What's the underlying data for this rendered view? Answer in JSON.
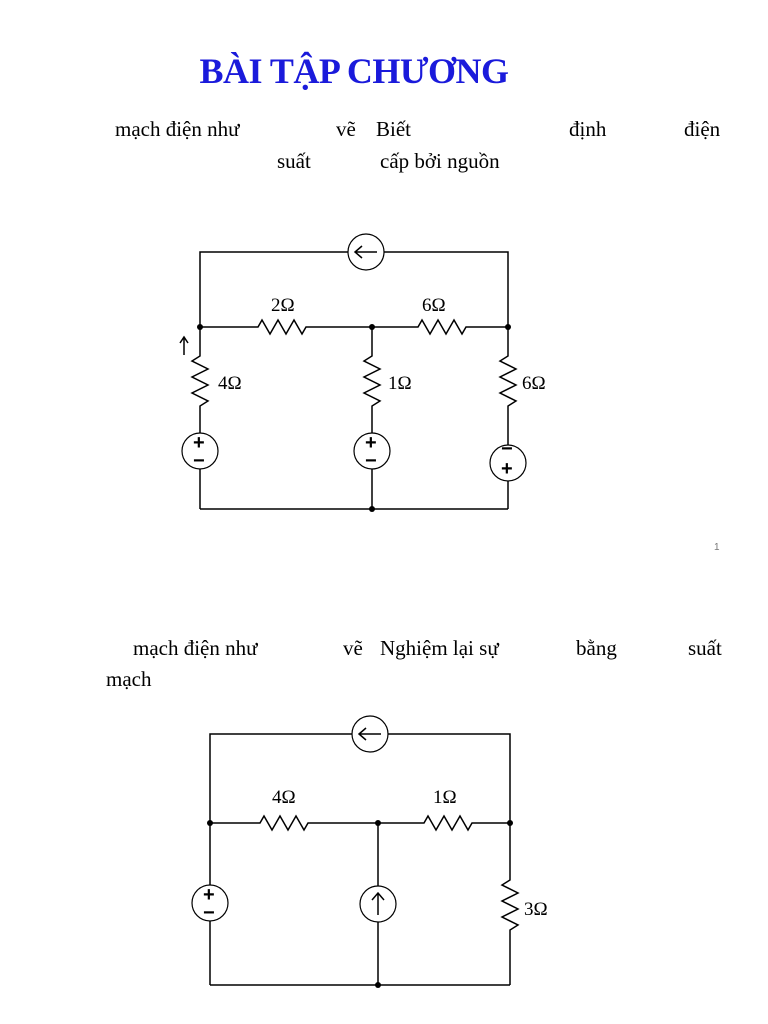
{
  "slide1": {
    "title": "BÀI TẬP CHƯƠNG",
    "line1": [
      "mạch điện như",
      "vẽ",
      "Biết",
      "định",
      "điện"
    ],
    "line2": [
      "suất",
      "cấp bởi nguồn"
    ],
    "resistors": [
      "2Ω",
      "6Ω",
      "4Ω",
      "1Ω",
      "6Ω"
    ],
    "page_number": "1"
  },
  "slide2": {
    "line1": [
      "mạch điện như",
      "vẽ",
      "Nghiệm lại sự",
      "bằng",
      "suất"
    ],
    "line2": [
      "mạch"
    ],
    "resistors": [
      "4Ω",
      "1Ω",
      "3Ω"
    ]
  },
  "signs": {
    "plus": "+",
    "minus": "−"
  }
}
